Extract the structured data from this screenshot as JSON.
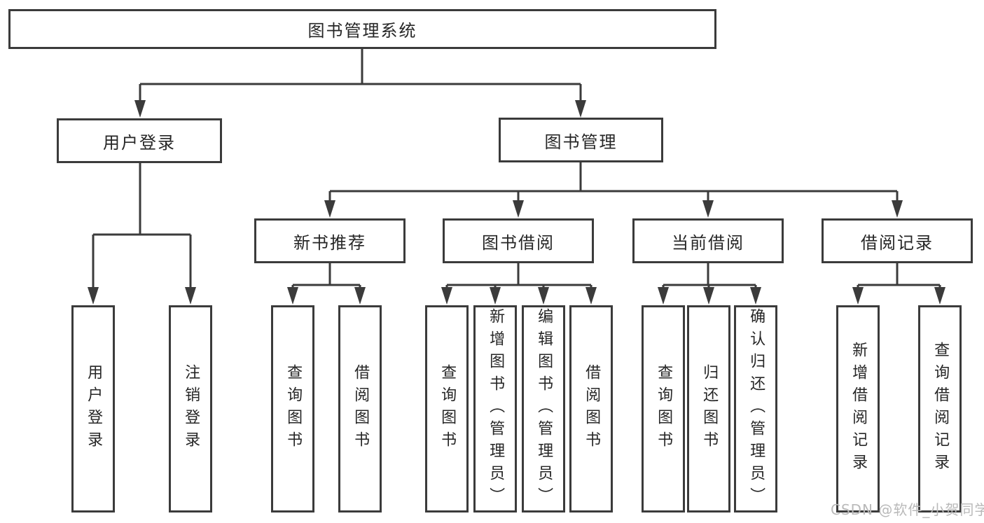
{
  "colors": {
    "line": "#3b3b3b",
    "box_border": "#3b3b3b",
    "box_fill": "#ffffff",
    "text": "#262626",
    "watermark": "#b9b9b9",
    "background": "#ffffff"
  },
  "watermark": {
    "text": "CSDN @软件_小贺同学"
  },
  "tree": {
    "label": "图书管理系统",
    "children": [
      {
        "label": "用户登录",
        "children": [
          {
            "label": "用户登录"
          },
          {
            "label": "注销登录"
          }
        ]
      },
      {
        "label": "图书管理",
        "children": [
          {
            "label": "新书推荐",
            "children": [
              {
                "label": "查询图书"
              },
              {
                "label": "借阅图书"
              }
            ]
          },
          {
            "label": "图书借阅",
            "children": [
              {
                "label": "查询图书"
              },
              {
                "label": "新增图书（管理员）"
              },
              {
                "label": "编辑图书（管理员）"
              },
              {
                "label": "借阅图书"
              }
            ]
          },
          {
            "label": "当前借阅",
            "children": [
              {
                "label": "查询图书"
              },
              {
                "label": "归还图书"
              },
              {
                "label": "确认归还（管理员）"
              }
            ]
          },
          {
            "label": "借阅记录",
            "children": [
              {
                "label": "新增借阅记录"
              },
              {
                "label": "查询借阅记录"
              }
            ]
          }
        ]
      }
    ]
  }
}
